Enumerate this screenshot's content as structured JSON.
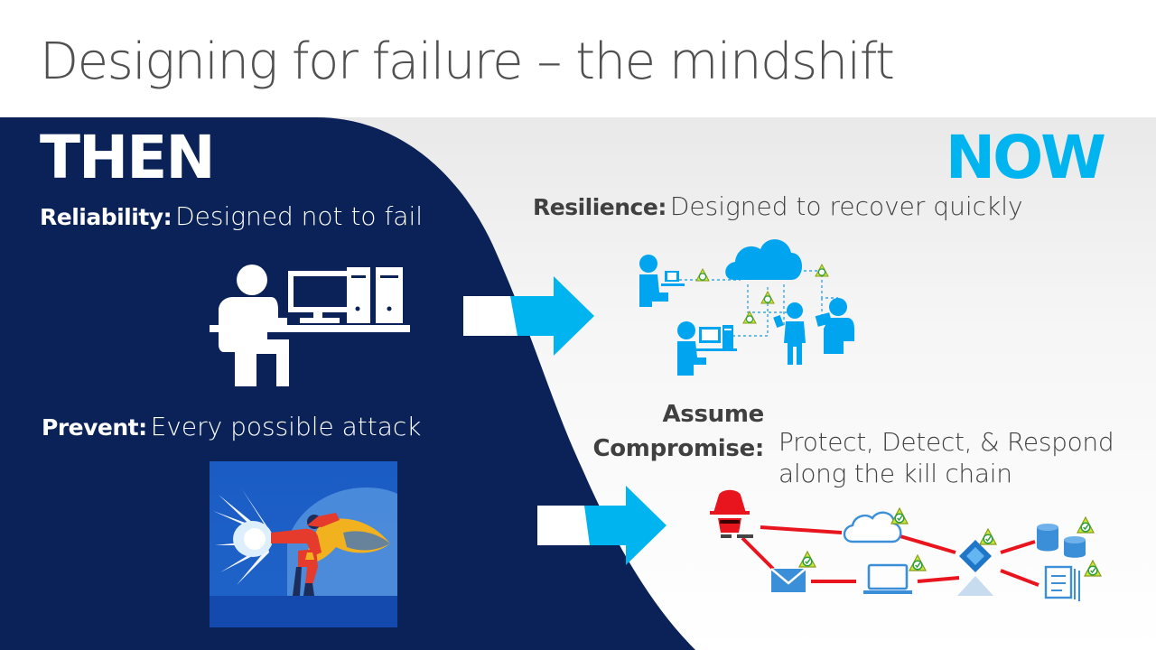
{
  "slide": {
    "title": "Designing for failure – the mindshift"
  },
  "then": {
    "heading": "THEN",
    "reliability": {
      "label": "Reliability:",
      "text": "Designed not to fail"
    },
    "prevent": {
      "label": "Prevent:",
      "text": "Every possible attack"
    }
  },
  "now": {
    "heading": "NOW",
    "resilience": {
      "label": "Resilience:",
      "text": "Designed to recover quickly"
    },
    "assume": {
      "label_line1": "Assume",
      "label_line2": "Compromise:",
      "text": "Protect, Detect, & Respond along the kill chain"
    }
  },
  "icons": [
    "desktop-worker-icon",
    "superhero-illustration",
    "cloud-network-icon",
    "hacker-icon",
    "cloud-icon",
    "mail-icon",
    "laptop-icon",
    "azure-ad-icon",
    "database-icon",
    "files-icon",
    "shield-check-icon",
    "arrow-right-icon"
  ],
  "colors": {
    "navy": "#0a2257",
    "accent": "#00b4f0",
    "title": "#505050",
    "kill_chain_line": "#e8141e",
    "warning_badge": "#c6e83d"
  }
}
